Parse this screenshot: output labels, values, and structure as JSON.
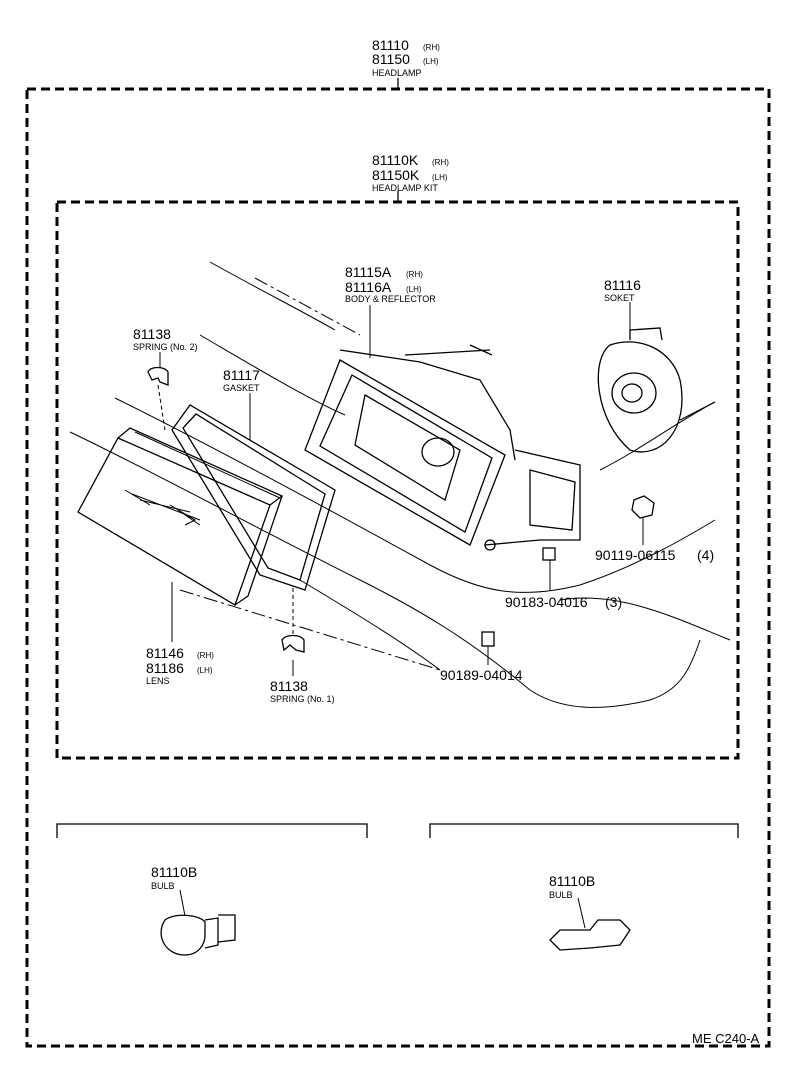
{
  "diagram": {
    "headlamp": {
      "pn_rh": "81110",
      "tag_rh": "(RH)",
      "pn_lh": "81150",
      "tag_lh": "(LH)",
      "name": "HEADLAMP"
    },
    "headlamp_kit": {
      "pn_rh": "81110K",
      "tag_rh": "(RH)",
      "pn_lh": "81150K",
      "tag_lh": "(LH)",
      "name": "HEADLAMP KIT"
    },
    "body_reflector": {
      "pn_rh": "81115A",
      "tag_rh": "(RH)",
      "pn_lh": "81116A",
      "tag_lh": "(LH)",
      "name": "BODY & REFLECTOR"
    },
    "socket": {
      "pn": "81116",
      "name": "SOKET"
    },
    "spring2": {
      "pn": "81138",
      "name": "SPRING (No. 2)"
    },
    "gasket": {
      "pn": "81117",
      "name": "GASKET"
    },
    "lens": {
      "pn_rh": "81146",
      "tag_rh": "(RH)",
      "pn_lh": "81186",
      "tag_lh": "(LH)",
      "name": "LENS"
    },
    "spring1": {
      "pn": "81138",
      "name": "SPRING (No. 1)"
    },
    "fastener_a": {
      "pn": "90119-06115",
      "qty": "(4)"
    },
    "fastener_b": {
      "pn": "90183-04016",
      "qty": "(3)"
    },
    "fastener_c": {
      "pn": "90189-04014"
    },
    "bulb_left": {
      "pn": "81110B",
      "name": "BULB"
    },
    "bulb_right": {
      "pn": "81110B",
      "name": "BULB"
    },
    "reference": "ME C240-A"
  }
}
